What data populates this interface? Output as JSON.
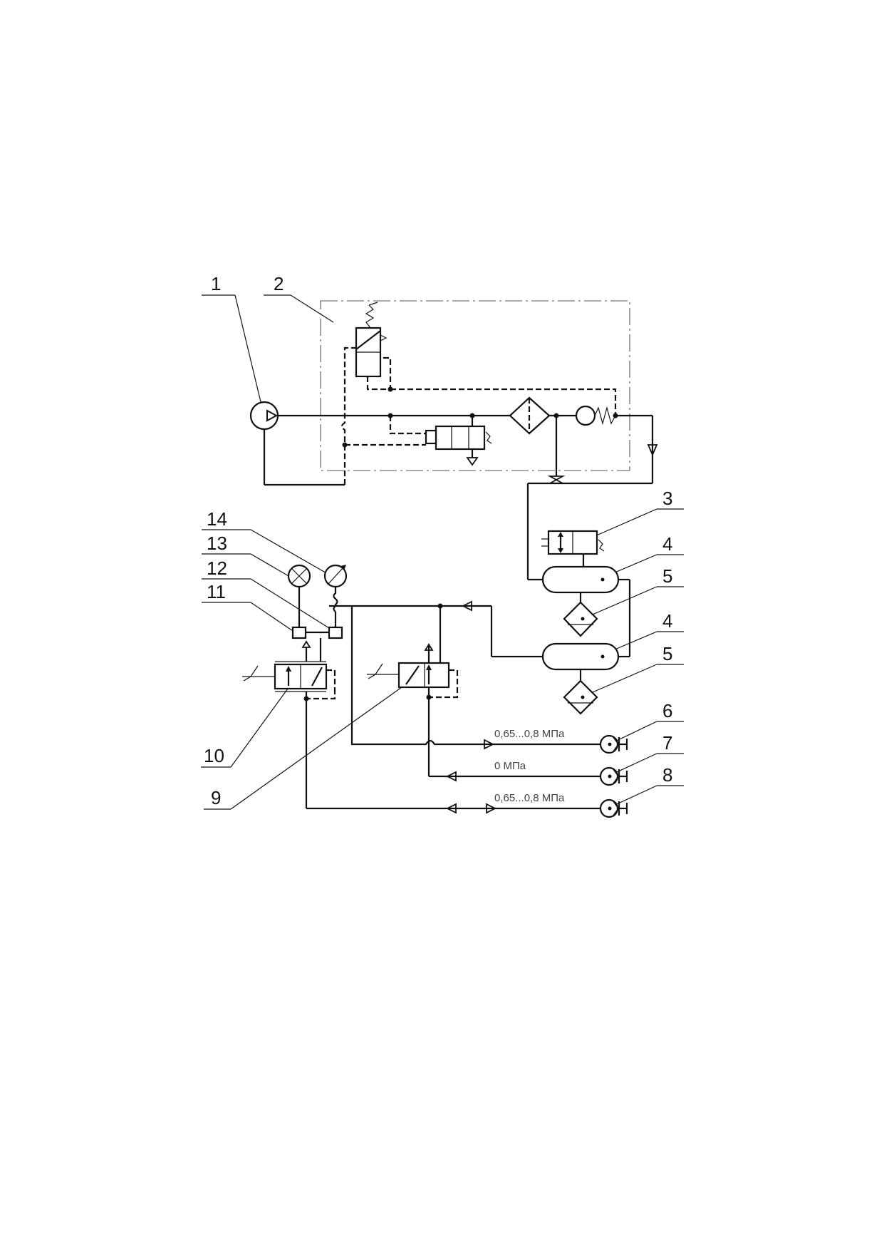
{
  "callouts": [
    "1",
    "2",
    "3",
    "4",
    "4",
    "5",
    "5",
    "6",
    "7",
    "8",
    "9",
    "10",
    "11",
    "12",
    "13",
    "14"
  ],
  "pressures": {
    "outlet_6": "0,65...0,8 МПа",
    "outlet_7": "0 МПа",
    "outlet_8": "0,65...0,8 МПа"
  }
}
